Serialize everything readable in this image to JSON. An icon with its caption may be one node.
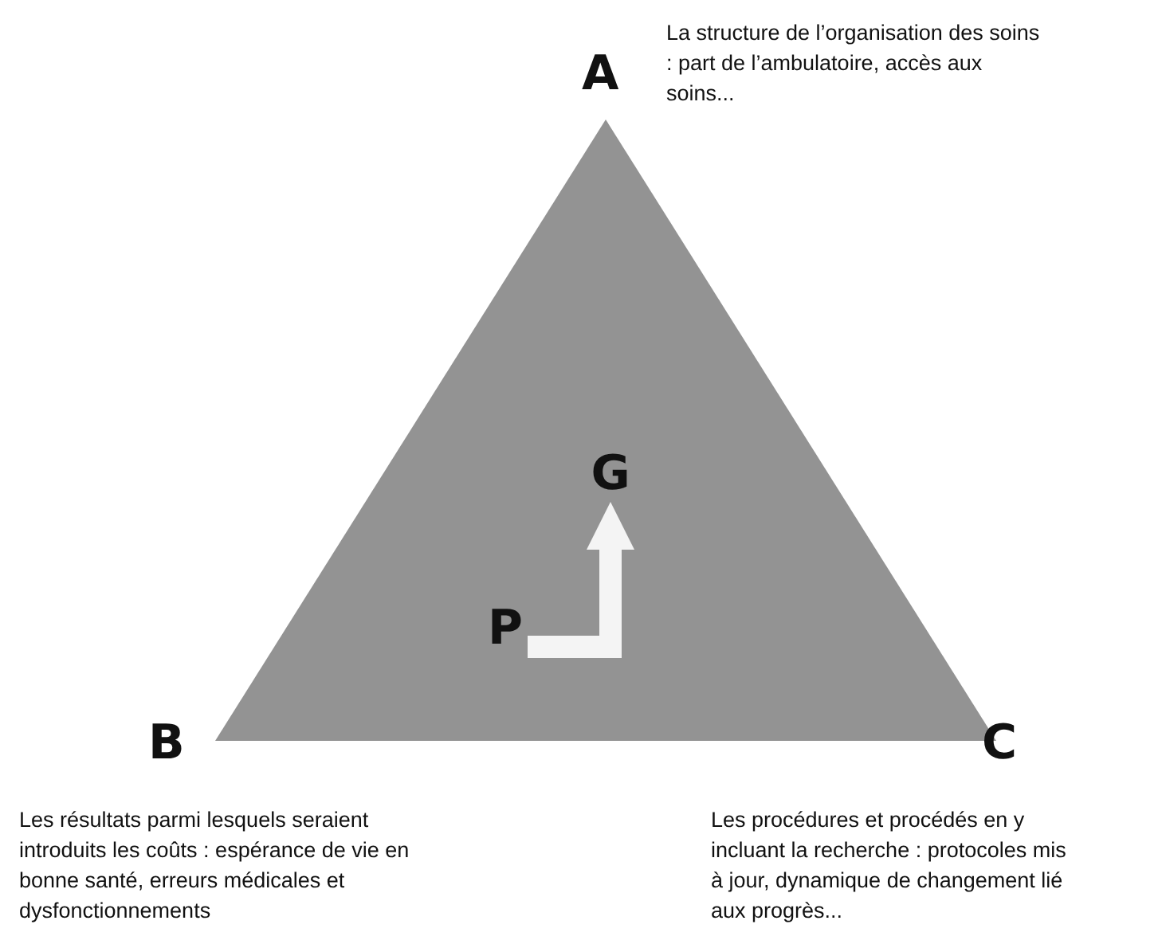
{
  "diagram": {
    "nodes": [
      {
        "text": [],
        "shape": "triangle"
      },
      {
        "text": [
          "P"
        ],
        "in": 0
      },
      {
        "text": [
          "G"
        ],
        "in": 0
      }
    ],
    "edges": [
      {
        "from": 1,
        "to": 2,
        "arrow": "to"
      }
    ],
    "labels": [
      "La structure de l’organisation des soins : part de l’ambulatoire, accès aux soins...",
      "A",
      "B",
      "C",
      "Les résultats parmi lesquels seraient introduits les coûts : espérance de vie en bonne santé, erreurs médicales et dysfonctionnements",
      "Les procédures et procédés en y incluant la recherche : protocoles mis à jour, dynamique de changement lié aux progrès..."
    ]
  }
}
